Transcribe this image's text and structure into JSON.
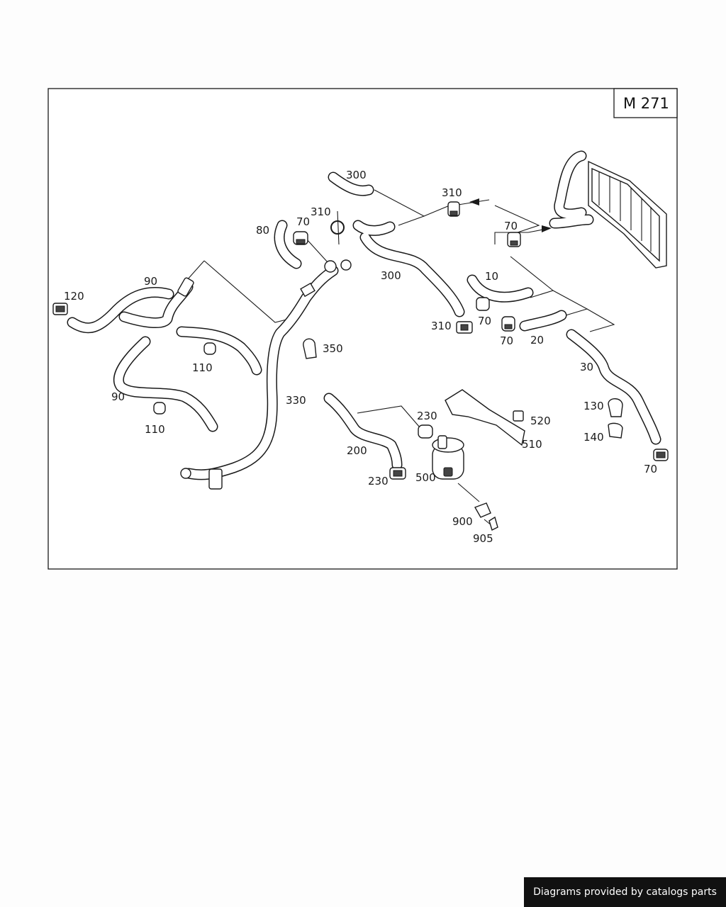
{
  "diagram": {
    "code": "M 271",
    "callouts": {
      "c300a": "300",
      "c310a": "310",
      "c310b": "310",
      "c70a": "70",
      "c80": "80",
      "c70b": "70",
      "c90a": "90",
      "c120": "120",
      "c300b": "300",
      "c10": "10",
      "c310c": "310",
      "c70c": "70",
      "c70d": "70",
      "c20": "20",
      "c110a": "110",
      "c350": "350",
      "c30": "30",
      "c90b": "90",
      "c330": "330",
      "c230a": "230",
      "c520": "520",
      "c130": "130",
      "c110b": "110",
      "c200": "200",
      "c510": "510",
      "c140": "140",
      "c230b": "230",
      "c500": "500",
      "c70e": "70",
      "c900": "900",
      "c905": "905"
    }
  },
  "footer": {
    "credit": "Diagrams provided by catalogs parts"
  }
}
